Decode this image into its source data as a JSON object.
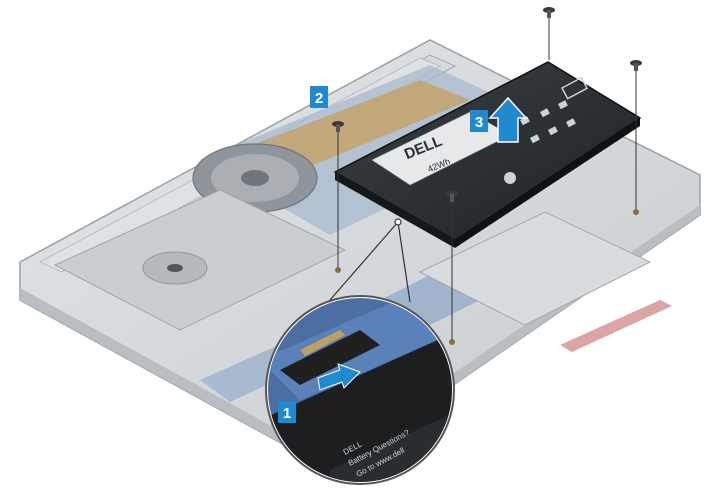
{
  "callouts": [
    {
      "number": "1",
      "color": "#1f8ad0"
    },
    {
      "number": "2",
      "color": "#1f8ad0"
    },
    {
      "number": "3",
      "color": "#1f8ad0"
    }
  ],
  "battery": {
    "brand": "DELL",
    "capacity": "42Wh",
    "magnifier_label_line1": "DELL",
    "magnifier_label_line2": "Battery Questions?",
    "magnifier_label_line3": "Go to www.dell"
  },
  "colors": {
    "chassis": "#cfd3d6",
    "chassis_edge": "#9aa0a4",
    "battery": "#2b2f33",
    "board": "#5f86b8",
    "arrow": "#1f8ad0",
    "screw": "#3a3a3a"
  }
}
